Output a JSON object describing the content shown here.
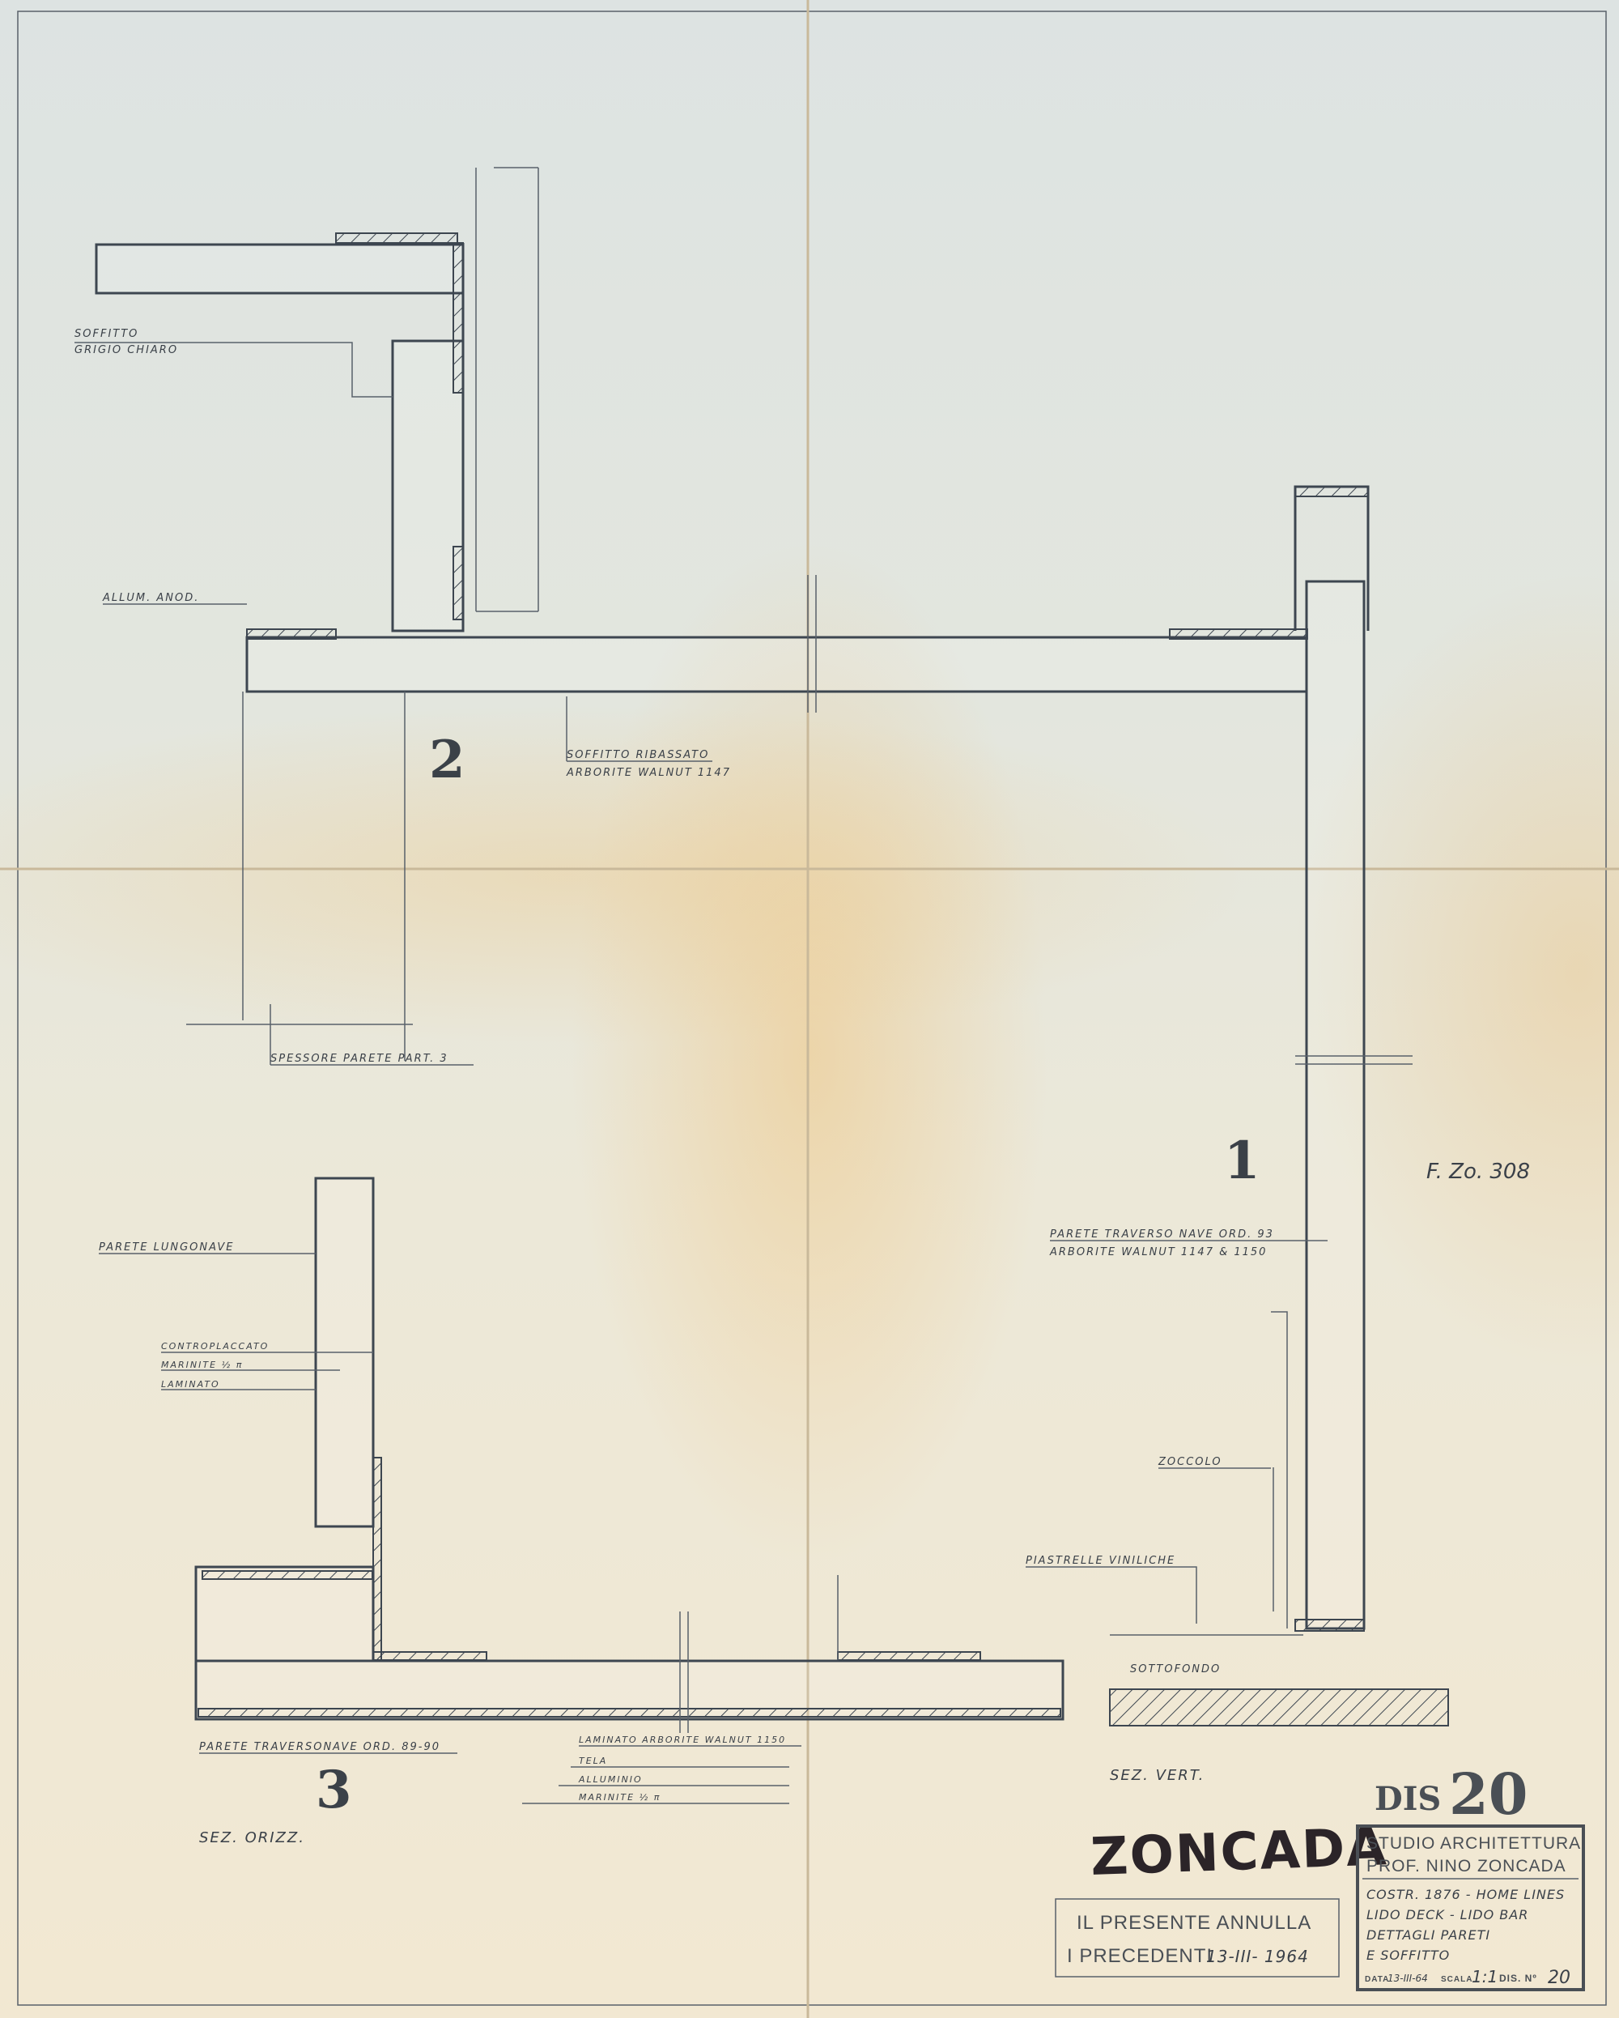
{
  "detail_numbers": {
    "d1": "1",
    "d2": "2",
    "d3": "3"
  },
  "detail2": {
    "ceiling_label_1": "SOFFITTO",
    "ceiling_label_2": "GRIGIO CHIARO",
    "aluminium_label": "ALLUM. ANOD.",
    "lowered_ceiling_1": "SOFFITTO RIBASSATO",
    "lowered_ceiling_2": "ARBORITE WALNUT 1147",
    "wall_thickness": "SPESSORE PARETE PART. 3"
  },
  "detail1": {
    "wall_label_1": "PARETE TRAVERSO NAVE ORD. 93",
    "wall_label_2": "ARBORITE WALNUT 1147 & 1150",
    "skirting": "ZOCCOLO",
    "vinyl_tiles": "PIASTRELLE VINILICHE",
    "subfloor": "SOTTOFONDO",
    "section": "SEZ. VERT.",
    "file_ref": "F. Zo. 308"
  },
  "detail3": {
    "longitudinal_wall": "PARETE LUNGONAVE",
    "layer_1": "CONTROPLACCATO",
    "layer_2": "MARINITE ½ π",
    "layer_3": "LAMINATO",
    "transverse_wall": "PARETE TRAVERSONAVE ORD. 89-90",
    "bottom_layer_1": "LAMINATO ARBORITE WALNUT 1150",
    "bottom_layer_2": "TELA",
    "bottom_layer_3": "ALLUMINIO",
    "bottom_layer_4": "MARINITE ½ π",
    "section": "SEZ. ORIZZ."
  },
  "stamp": {
    "dis_label": "DIS",
    "dis_number": "20",
    "logo": "ZONCADA",
    "annul_1": "IL PRESENTE ANNULLA",
    "annul_2": "I PRECEDENTI",
    "annul_date": "13-III- 1964"
  },
  "title_block": {
    "studio": "STUDIO ARCHITETTURA",
    "architect": "PROF. NINO ZONCADA",
    "line1": "COSTR. 1876 - HOME LINES",
    "line2": "LIDO DECK - LIDO BAR",
    "line3": "DETTAGLI PARETI",
    "line4": "E SOFFITTO",
    "date_label": "DATA",
    "date_value": "13-III-64",
    "scale_label": "SCALA",
    "scale_value": "1:1",
    "dis_no_label": "DIS. Nº",
    "dis_no_value": "20"
  }
}
